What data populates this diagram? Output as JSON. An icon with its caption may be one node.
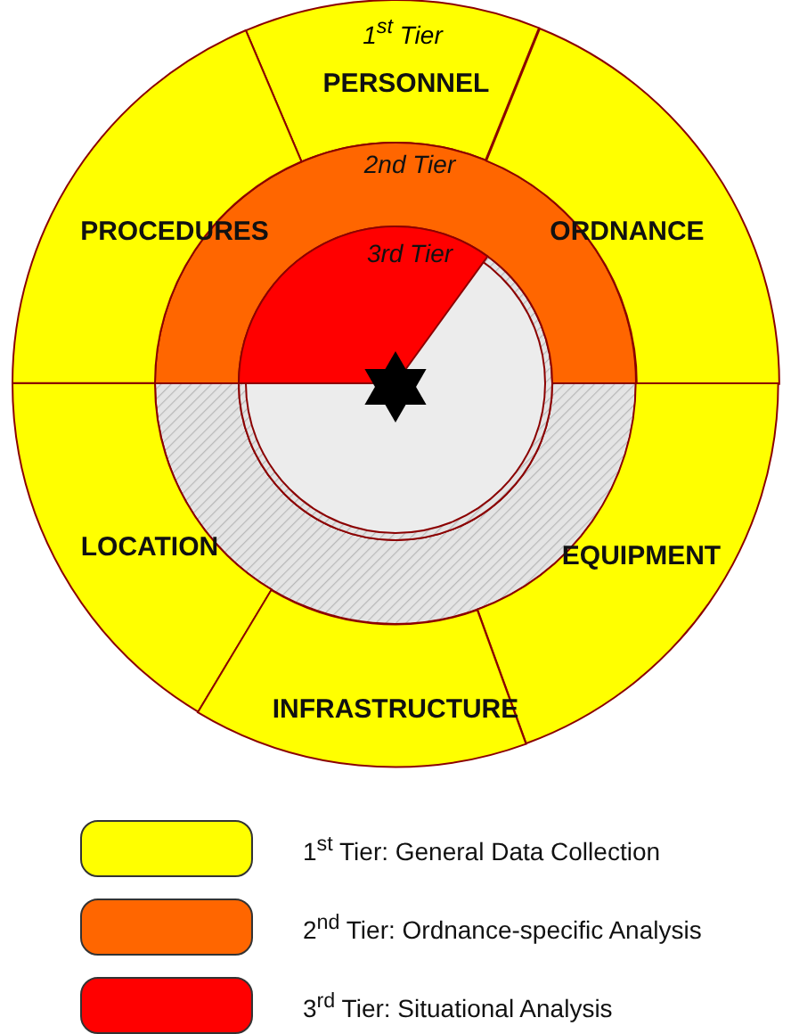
{
  "diagram": {
    "nodes": [
      {
        "text": [
          "PERSONNEL"
        ]
      },
      {
        "text": [
          "2nd Tier"
        ]
      },
      {
        "text": [
          "PROCEDURES"
        ]
      },
      {
        "text": [
          "ORDNANCE"
        ]
      },
      {
        "text": [
          "3rd Tier"
        ]
      },
      {
        "text": [
          "LOCATION"
        ]
      },
      {
        "text": [
          "EQUIPMENT"
        ]
      },
      {
        "text": [
          "INFRASTRUCTURE"
        ]
      }
    ],
    "labels": [
      "1$^{st}$ Tier"
    ],
    "legend": [
      {
        "text": "1$^{st}$ Tier: General Data Collection",
        "color": "#ffff00"
      },
      {
        "text": "2$^{nd}$ Tier: Ordnance-specific Analysis",
        "color": "#ff6600"
      },
      {
        "text": "3$^{rd}$ Tier: Situational Analysis",
        "color": "#ff0000"
      }
    ]
  }
}
